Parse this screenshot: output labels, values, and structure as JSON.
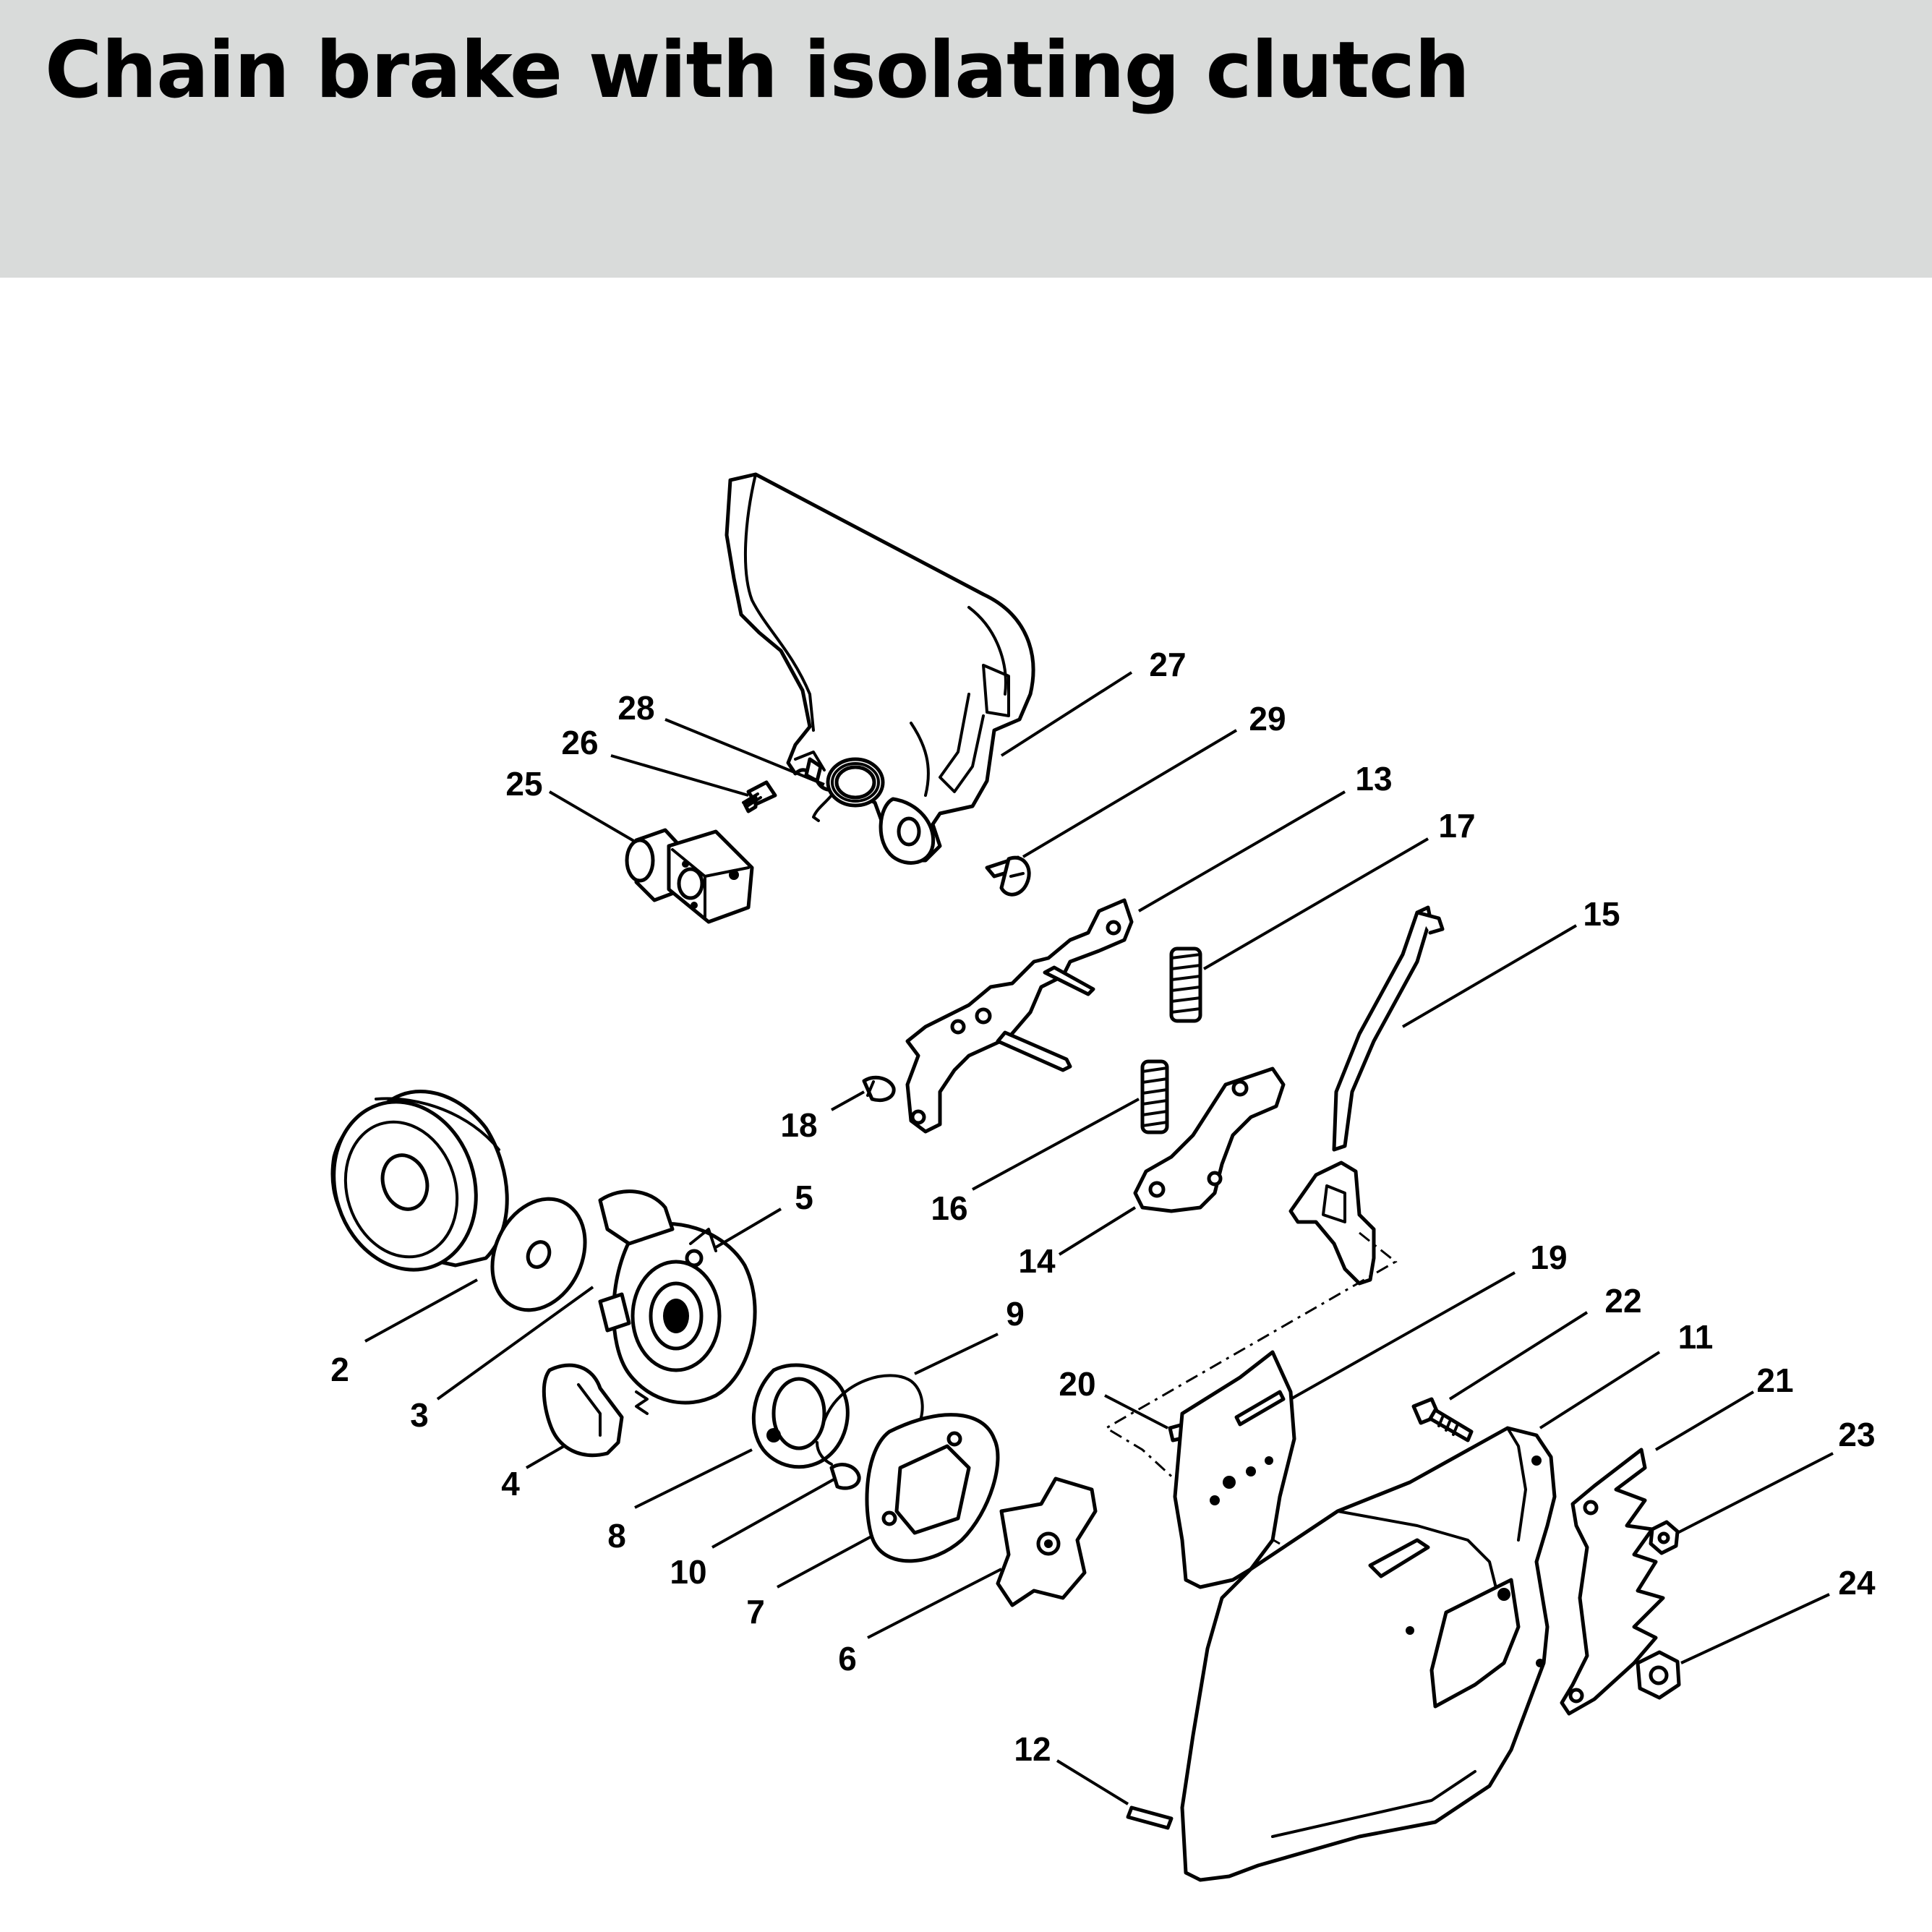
{
  "header": {
    "title": "Chain brake with isolating clutch",
    "background_color": "#d9dbda"
  },
  "parts": [
    {
      "number": "2",
      "icon": "clutch-drum"
    },
    {
      "number": "3",
      "icon": "washer"
    },
    {
      "number": "4",
      "icon": "clutch-shoe"
    },
    {
      "number": "5",
      "icon": "clutch-assembly"
    },
    {
      "number": "6",
      "icon": "carrier"
    },
    {
      "number": "7",
      "icon": "cover-plate"
    },
    {
      "number": "8",
      "icon": "retainer"
    },
    {
      "number": "9",
      "icon": "spring-ring"
    },
    {
      "number": "10",
      "icon": "screw"
    },
    {
      "number": "11",
      "icon": "sprocket-cover"
    },
    {
      "number": "12",
      "icon": "pin"
    },
    {
      "number": "13",
      "icon": "bracket"
    },
    {
      "number": "14",
      "icon": "lever"
    },
    {
      "number": "15",
      "icon": "brake-band"
    },
    {
      "number": "16",
      "icon": "spring"
    },
    {
      "number": "17",
      "icon": "spring"
    },
    {
      "number": "18",
      "icon": "screw"
    },
    {
      "number": "19",
      "icon": "guide-plate"
    },
    {
      "number": "20",
      "icon": "screw"
    },
    {
      "number": "21",
      "icon": "bumper-spike"
    },
    {
      "number": "22",
      "icon": "screw"
    },
    {
      "number": "23",
      "icon": "nut"
    },
    {
      "number": "24",
      "icon": "collar-nut"
    },
    {
      "number": "25",
      "icon": "bearing-bushing"
    },
    {
      "number": "26",
      "icon": "screw"
    },
    {
      "number": "27",
      "icon": "hand-guard"
    },
    {
      "number": "28",
      "icon": "torsion-spring"
    },
    {
      "number": "29",
      "icon": "screw"
    }
  ]
}
